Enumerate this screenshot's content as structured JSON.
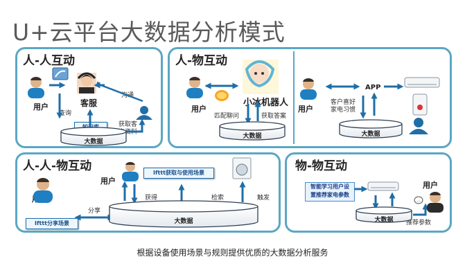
{
  "title": "U+云平台大数据分析模式",
  "caption": "根据设备使用场景与规则提供优质的大数据分析服务",
  "colors": {
    "border": "#5aa7c4",
    "arrow": "#1f6ea6",
    "cylinder": "#2f3f55"
  },
  "panels": {
    "hh": {
      "title": "人-人互动",
      "user": "用户",
      "service": "客服",
      "query": "查询",
      "kb": "知识库",
      "communicate": "沟通",
      "fetch": "获取客\n户资料",
      "db": "大数据"
    },
    "hm": {
      "title": "人-物互动",
      "user1": "用户",
      "robot": "小冰机器人",
      "match": "匹配聊问",
      "answer": "获取答案",
      "db1": "大数据",
      "user2": "用户",
      "app": "APP",
      "prefs": "客户喜好\n家电习惯",
      "db2": "大数据"
    },
    "hhm": {
      "title": "人-人-物互动",
      "user1": "用户",
      "user2": "用户",
      "ifttt_use": "Ifttt获取与使用场景",
      "share": "分享",
      "ifttt_share": "Ifttt分享场景",
      "get": "获得",
      "search": "检索",
      "trigger": "触发",
      "db": "大数据"
    },
    "mm": {
      "title": "物-物互动",
      "smart": "智能学习用户设\n置推荐家电参数",
      "user": "用户",
      "db": "大数据",
      "recommend": "推荐参数"
    }
  }
}
